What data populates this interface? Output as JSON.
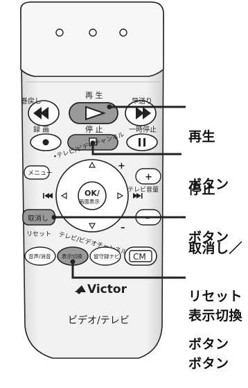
{
  "remote": {
    "btn_play_label": "再 生",
    "btn_rewind_label": "巻戻し",
    "btn_ff_label": "早送り",
    "btn_record_label": "録 画",
    "btn_stop_label": "停 止",
    "btn_pause_label": "一時停止",
    "arc_top_label": "•テレビ/ビデオチャンネル",
    "arc_bottom_label": "テレビ/ビデオチャンネル",
    "arc_volume_label": "テレビ音量",
    "btn_menu_label": "メニュー",
    "btn_ok_label": "OK/",
    "btn_ok_sub_label": "画面表示",
    "btn_cancel_label": "取消し",
    "cancel_sub_label": "リセット",
    "btn_audio_label": "音声/消音",
    "btn_display_label": "表示切換",
    "btn_guide_label": "留守録ナビ",
    "btn_cm_label": "CM",
    "brand_logo": "Victor",
    "product_label": "ビデオ/テレビ",
    "sym_plus": "+",
    "sym_minus": "–"
  },
  "callouts": {
    "play": {
      "line1": "再生",
      "line2": "ボタン"
    },
    "stop": {
      "line1": "停止",
      "line2": "ボタン"
    },
    "cancel": {
      "line1": "取消し／",
      "line2": "リセット",
      "line3": "ボタン"
    },
    "display": {
      "line1": "表示切換",
      "line2": "ボタン"
    }
  },
  "colors": {
    "body": "#ececec",
    "button_gray": "#8f8f8f",
    "outline": "#222222",
    "highlight_button": "#9a9a9a"
  }
}
